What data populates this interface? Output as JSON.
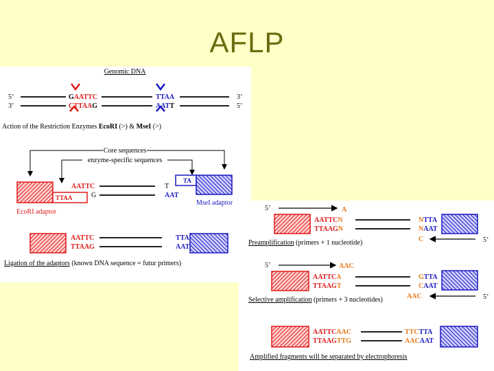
{
  "slide": {
    "title": "AFLP",
    "background": "#ffffc8"
  },
  "colors": {
    "red": "#e01818",
    "blue": "#1818c0",
    "black": "#000000"
  },
  "left": {
    "genomic_title": "Genomic DNA",
    "five_prime": "5’",
    "three_prime": "3’",
    "top_G": "G",
    "top_AATTC": "AATTC",
    "top_TTAA": "TTAA",
    "bot_CTTAA": "CTTAA",
    "bot_G": "G",
    "bot_AAT": "AAT",
    "bot_T": "T",
    "action_prefix": "Action of the Restriction Enzymes ",
    "ecori": "EcoRI",
    "ecori_sym": " (>) & ",
    "msei": "MseI",
    "msei_sym": " (>)",
    "core_seq": "Core sequences",
    "enzyme_seq": "enzyme-specific sequences",
    "ad_AATTC": "AATTC",
    "ad_TTAA": "TTAA",
    "ad_T": "T",
    "ad_G": "G",
    "ad_TA": "TA",
    "ad_AAT": "AAT",
    "ecori_adaptor": "EcoRI adaptor",
    "msei_adaptor": "MseI adaptor",
    "lig_AATTC": "AATTC",
    "lig_TTAAG": "TTAAG",
    "lig_TTA": "TTA",
    "lig_AAT": "AAT",
    "ligation_underlined": "Ligation of the adaptors",
    "ligation_rest": " (known DNA sequence = futur primers)"
  },
  "right": {
    "five_prime": "5’",
    "pre_A": "A",
    "pre_AATTC": "AATTC",
    "pre_N1": "N",
    "pre_TTAAG": "TTAAG",
    "pre_N2": "N",
    "pre_N3": "N",
    "pre_TTA": "TTA",
    "pre_N4": "N",
    "pre_AAT": "AAT",
    "pre_C": "C",
    "pre_label_underlined": "Preamplification",
    "pre_label_rest": " (primers + 1 nucleotide)",
    "sel_AAC": "AAC",
    "sel_AATTC": "AATTC",
    "sel_A": "A",
    "sel_TTAAG": "TTAAG",
    "sel_T": "T",
    "sel_G": "G",
    "sel_TTA": "TTA",
    "sel_C": "C",
    "sel_AAT": "AAT",
    "sel_AAC2": "AAC",
    "sel_label_underlined": "Selective amplification",
    "sel_label_rest": " (primers + 3 nucleotides)",
    "amp_AATTC": "AATTC",
    "amp_AAC": "AAC",
    "amp_TTAAG": "TTAAG",
    "amp_TTG": "TTG",
    "amp_TTC": "TTC",
    "amp_TTA": "TTA",
    "amp_AAC2": "AAC",
    "amp_AAT": "AAT",
    "amp_label": "Amplified fragments will be separated by electrophoresis"
  }
}
